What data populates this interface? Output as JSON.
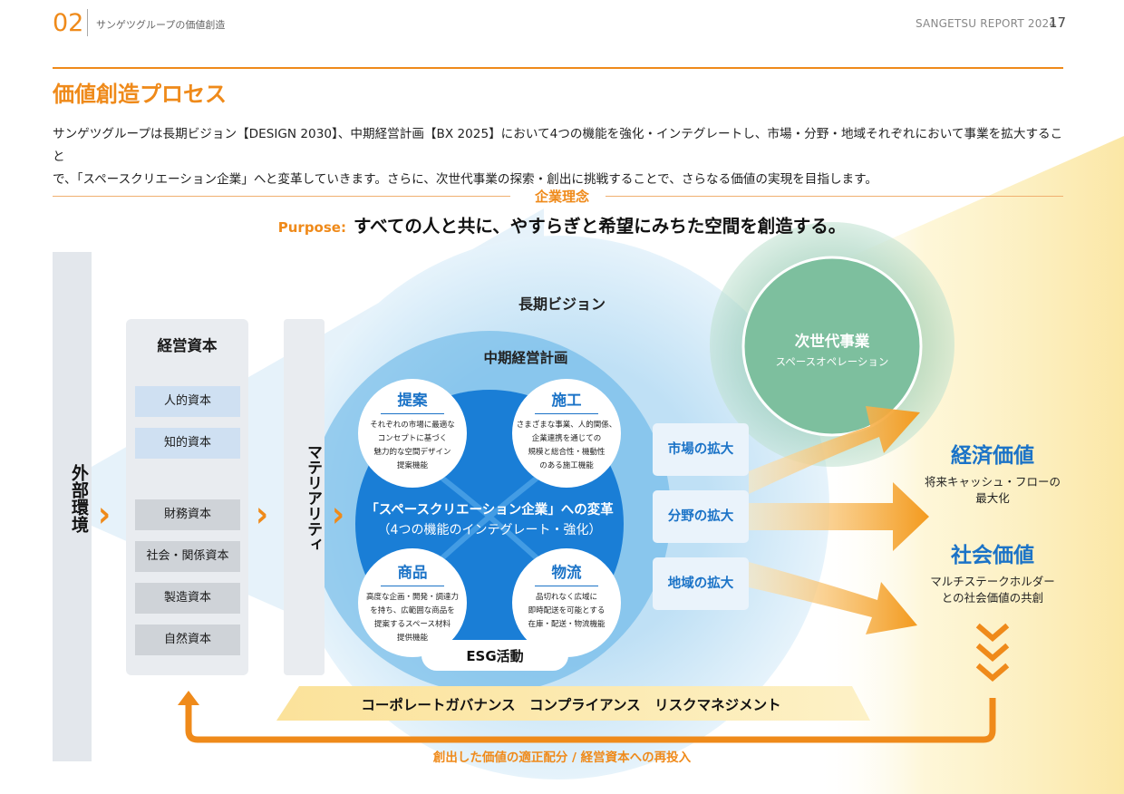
{
  "header": {
    "section_number": "02",
    "section_title": "サンゲツグループの価値創造",
    "report_name": "SANGETSU REPORT 2024",
    "page_number": "17"
  },
  "page_title": "価値創造プロセス",
  "intro": {
    "line1": "サンゲツグループは長期ビジョン【DESIGN 2030】、中期経営計画【BX 2025】において4つの機能を強化・インテグレートし、市場・分野・地域それぞれにおいて事業を拡大すること",
    "line2": "で、「スペースクリエーション企業」へと変革していきます。さらに、次世代事業の探索・創出に挑戦することで、さらなる価値の実現を目指します。"
  },
  "philosophy": {
    "label": "企業理念",
    "purpose_label": "Purpose:",
    "purpose_text": "すべての人と共に、やすらぎと希望にみちた空間を創造する。"
  },
  "external_env": "外部環境",
  "management_capital": {
    "title": "経営資本",
    "items": [
      "人的資本",
      "知的資本",
      "財務資本",
      "社会・関係資本",
      "製造資本",
      "自然資本"
    ]
  },
  "materiality": "マテリアリティ",
  "long_term_vision": "長期ビジョン",
  "mid_term_plan": "中期経営計画",
  "center": {
    "line1": "「スペースクリエーション企業」への変革",
    "line2": "（4つの機能のインテグレート・強化）"
  },
  "functions": [
    {
      "title": "提案",
      "body": [
        "それぞれの市場に最適な",
        "コンセプトに基づく",
        "魅力的な空間デザイン",
        "提案機能"
      ]
    },
    {
      "title": "施工",
      "body": [
        "さまざまな事業、人的関係、",
        "企業連携を通じての",
        "規模と総合性・機動性",
        "のある施工機能"
      ]
    },
    {
      "title": "商品",
      "body": [
        "高度な企画・開発・調達力",
        "を持ち、広範囲な商品を",
        "提案するスペース材料",
        "提供機能"
      ]
    },
    {
      "title": "物流",
      "body": [
        "品切れなく広域に",
        "即時配送を可能とする",
        "在庫・配送・物流機能"
      ]
    }
  ],
  "esg": "ESG活動",
  "expansions": [
    "市場の拡大",
    "分野の拡大",
    "地域の拡大"
  ],
  "next_gen": {
    "title": "次世代事業",
    "subtitle": "スペースオペレーション"
  },
  "economic_value": {
    "title": "経済価値",
    "body": [
      "将来キャッシュ・フローの",
      "最大化"
    ]
  },
  "social_value": {
    "title": "社会価値",
    "body": [
      "マルチステークホルダー",
      "との社会価値の共創"
    ]
  },
  "governance": "コーポレートガバナンス　コンプライアンス　リスクマネジメント",
  "loop_text": "創出した価値の適正配分 / 経営資本への再投入",
  "colors": {
    "accent": "#ef8a1a",
    "blue": "#1b73c7",
    "green": "#7dbf9e"
  }
}
